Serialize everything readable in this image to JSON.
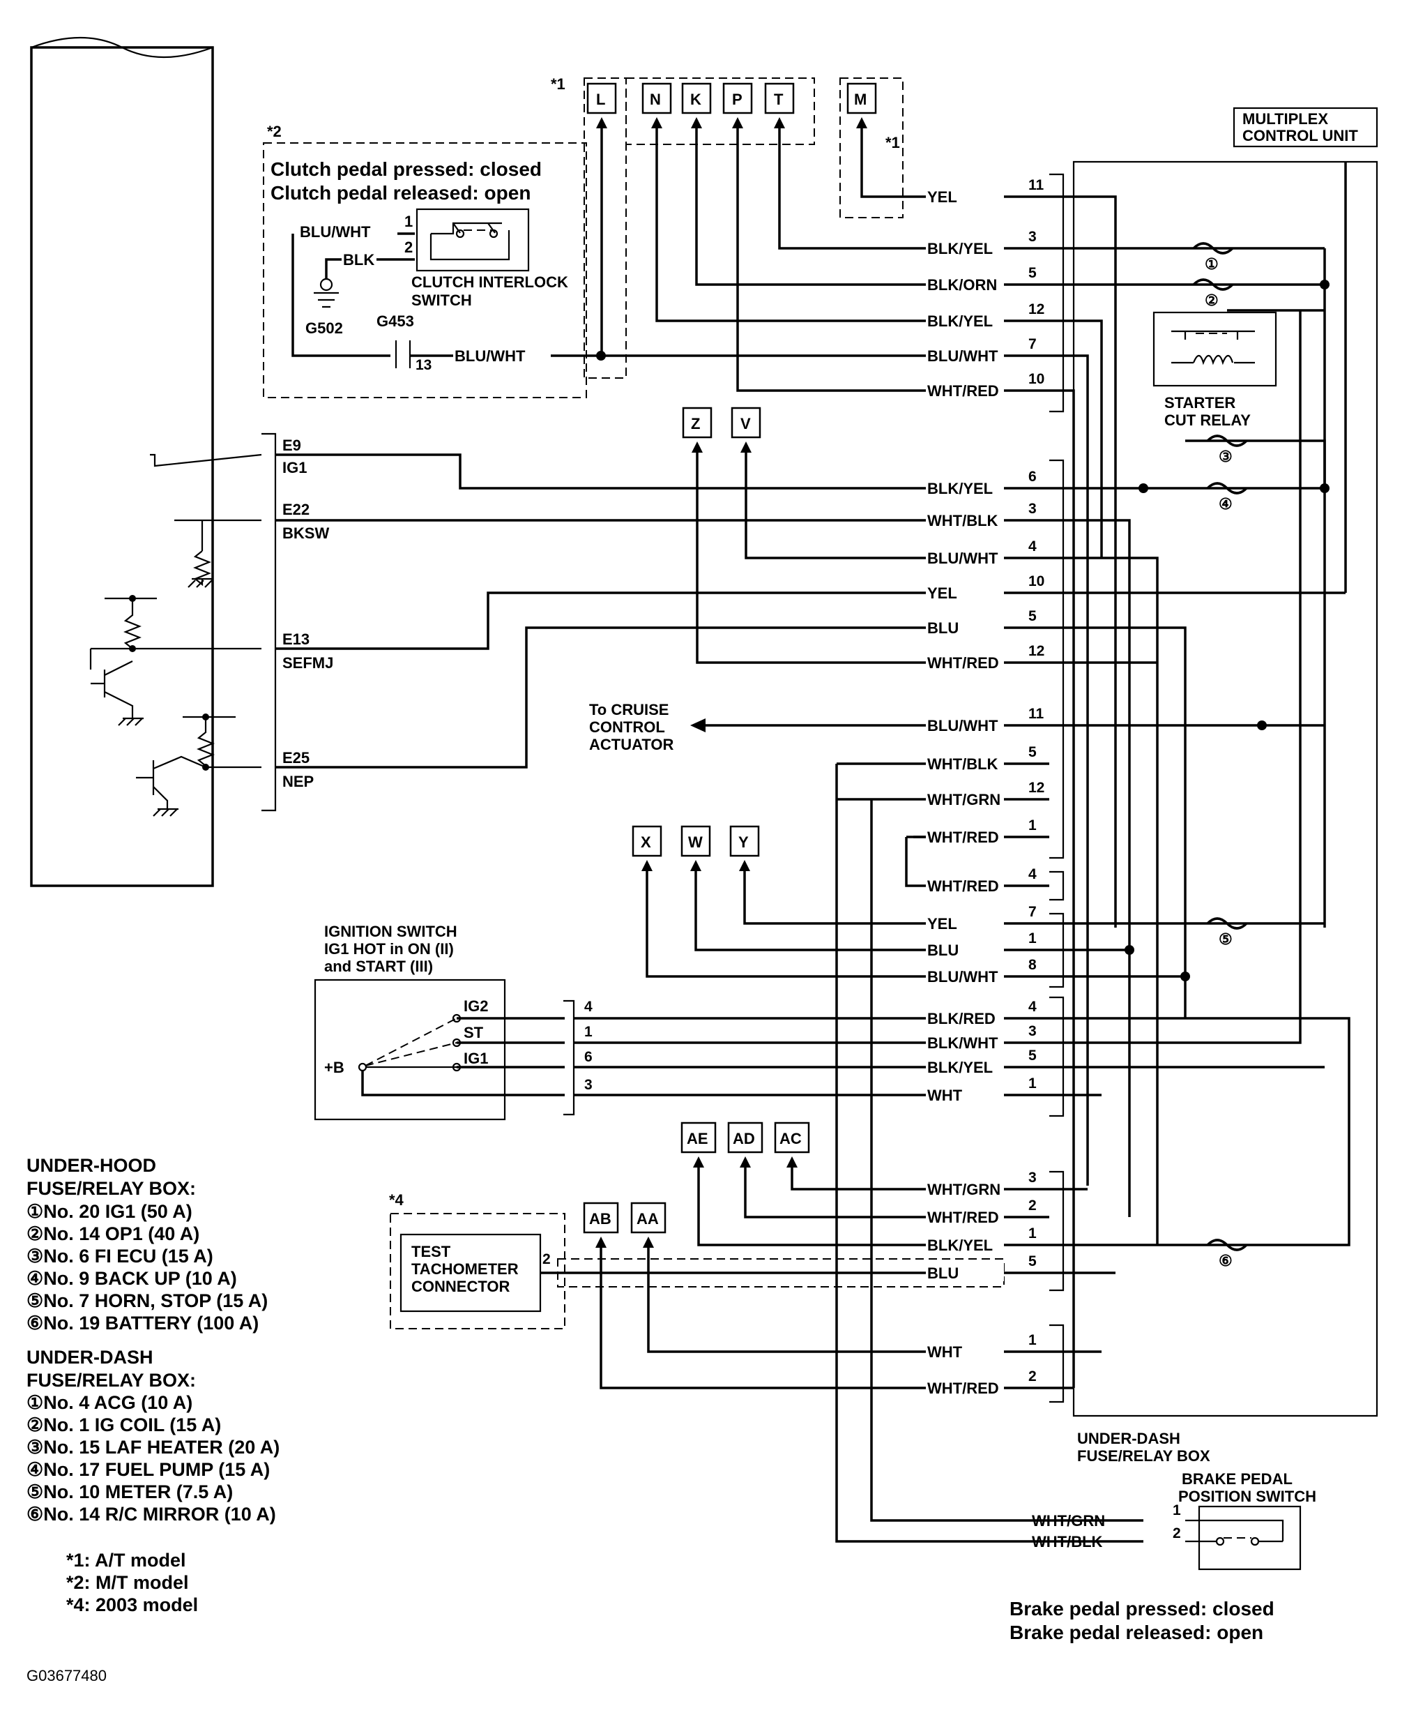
{
  "diagram": {
    "title_clutch": [
      "Clutch pedal pressed: closed",
      "Clutch pedal released: open"
    ],
    "title_brake": [
      "Brake pedal pressed: closed",
      "Brake pedal released: open"
    ],
    "multiplex": [
      "MULTIPLEX",
      "CONTROL UNIT"
    ],
    "underdash_box": [
      "UNDER-DASH",
      "FUSE/RELAY BOX"
    ],
    "starter_relay": [
      "STARTER",
      "CUT RELAY"
    ],
    "clutch_switch": [
      "CLUTCH INTERLOCK",
      "SWITCH"
    ],
    "brake_switch": [
      "BRAKE PEDAL",
      "POSITION SWITCH"
    ],
    "ignition": [
      "IGNITION SWITCH",
      "IG1 HOT in ON (II)",
      "and START (III)"
    ],
    "ign_terms": {
      "ig2": "IG2",
      "st": "ST",
      "ig1": "IG1",
      "b": "+B"
    },
    "cruise": [
      "To CRUISE",
      "CONTROL",
      "ACTUATOR"
    ],
    "test_conn": [
      "TEST",
      "TACHOMETER",
      "CONNECTOR"
    ],
    "grounds": {
      "g502": "G502",
      "g453": "G453"
    },
    "connectors": [
      "L",
      "N",
      "K",
      "P",
      "T",
      "M",
      "Z",
      "V",
      "X",
      "W",
      "Y",
      "AE",
      "AD",
      "AC",
      "AB",
      "AA"
    ],
    "ecm_pins": [
      {
        "code": "E9",
        "name": "IG1"
      },
      {
        "code": "E22",
        "name": "BKSW"
      },
      {
        "code": "E13",
        "name": "SEFMJ"
      },
      {
        "code": "E25",
        "name": "NEP"
      }
    ],
    "notes": {
      "n1": "*1",
      "n2": "*2",
      "n4": "*4"
    },
    "wires": [
      {
        "color": "YEL",
        "pin": "11"
      },
      {
        "color": "BLK/YEL",
        "pin": "3"
      },
      {
        "color": "BLK/ORN",
        "pin": "5"
      },
      {
        "color": "BLK/YEL",
        "pin": "12"
      },
      {
        "color": "BLU/WHT",
        "pin": "7"
      },
      {
        "color": "WHT/RED",
        "pin": "10"
      },
      {
        "color": "BLK/YEL",
        "pin": "6"
      },
      {
        "color": "WHT/BLK",
        "pin": "3"
      },
      {
        "color": "BLU/WHT",
        "pin": "4"
      },
      {
        "color": "YEL",
        "pin": "10"
      },
      {
        "color": "BLU",
        "pin": "5"
      },
      {
        "color": "WHT/RED",
        "pin": "12"
      },
      {
        "color": "BLU/WHT",
        "pin": "11"
      },
      {
        "color": "WHT/BLK",
        "pin": "5"
      },
      {
        "color": "WHT/GRN",
        "pin": "12"
      },
      {
        "color": "WHT/RED",
        "pin": "1"
      },
      {
        "color": "WHT/RED",
        "pin": "4"
      },
      {
        "color": "YEL",
        "pin": "7"
      },
      {
        "color": "BLU",
        "pin": "1"
      },
      {
        "color": "BLU/WHT",
        "pin": "8"
      },
      {
        "color": "BLK/RED",
        "pin": "4"
      },
      {
        "color": "BLK/WHT",
        "pin": "3"
      },
      {
        "color": "BLK/YEL",
        "pin": "5"
      },
      {
        "color": "WHT",
        "pin": "1"
      },
      {
        "color": "WHT/GRN",
        "pin": "3"
      },
      {
        "color": "WHT/RED",
        "pin": "2"
      },
      {
        "color": "BLK/YEL",
        "pin": "1"
      },
      {
        "color": "BLU",
        "pin": "5"
      },
      {
        "color": "WHT",
        "pin": "1"
      },
      {
        "color": "WHT/RED",
        "pin": "2"
      }
    ],
    "clutch_wires": {
      "bluwht1": "BLU/WHT",
      "blk": "BLK",
      "bluwht2": "BLU/WHT",
      "p1": "1",
      "p2": "2",
      "p13": "13"
    },
    "ign_wires": {
      "p4": "4",
      "p1": "1",
      "p6": "6",
      "p3": "3"
    },
    "test_pin": "2",
    "brake_wires": {
      "w1": "WHT/GRN",
      "w2": "WHT/BLK",
      "p1": "1",
      "p2": "2"
    },
    "fuse_marks": [
      "①",
      "②",
      "③",
      "④",
      "⑤",
      "⑥"
    ]
  },
  "legend": {
    "underhood_title": [
      "UNDER-HOOD",
      "FUSE/RELAY BOX:"
    ],
    "underhood": [
      "①No. 20 IG1 (50 A)",
      "②No. 14 OP1 (40 A)",
      "③No. 6 FI ECU (15 A)",
      "④No. 9 BACK UP (10 A)",
      "⑤No. 7 HORN, STOP (15 A)",
      "⑥No. 19 BATTERY (100 A)"
    ],
    "underdash_title": [
      "UNDER-DASH",
      "FUSE/RELAY BOX:"
    ],
    "underdash": [
      "①No. 4 ACG (10 A)",
      "②No. 1 IG COIL (15 A)",
      "③No. 15 LAF HEATER (20 A)",
      "④No. 17 FUEL PUMP (15 A)",
      "⑤No. 10 METER (7.5 A)",
      "⑥No. 14 R/C MIRROR (10 A)"
    ],
    "models": [
      "*1: A/T model",
      "*2: M/T model",
      "*4: 2003 model"
    ]
  },
  "figure_id": "G03677480"
}
